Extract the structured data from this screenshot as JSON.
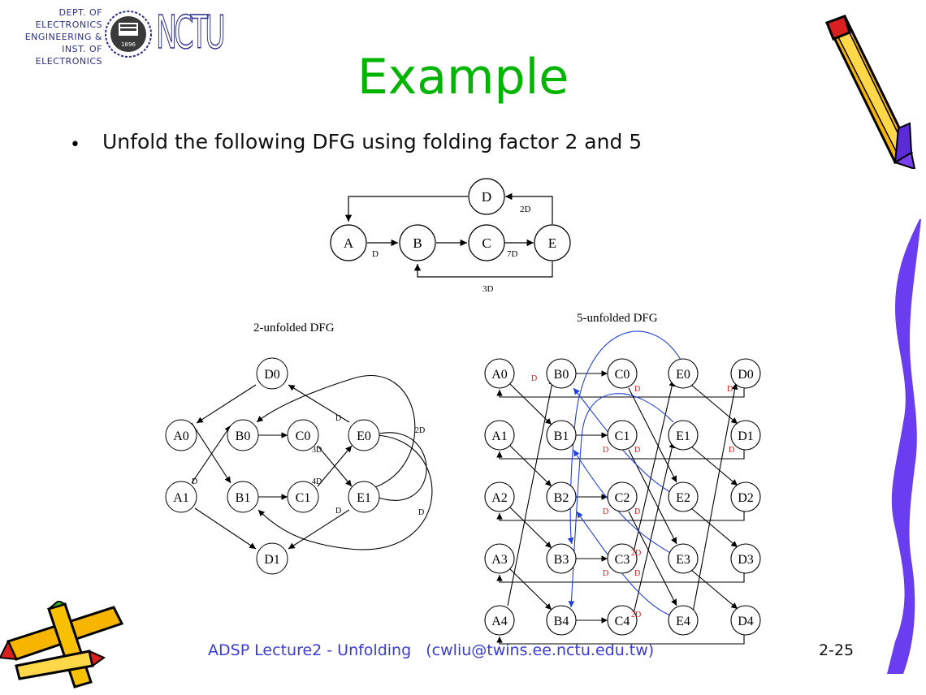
{
  "logo": {
    "lines": [
      "DEPT. OF ELECTRONICS",
      "ENGINEERING &",
      "INST. OF ELECTRONICS"
    ],
    "mark": "NCTU",
    "seal_text": "1896"
  },
  "title": "Example",
  "bullet_marker": "•",
  "bullet_text": "Unfold the following DFG using folding factor 2 and 5",
  "top_dfg": {
    "nodes": [
      "A",
      "B",
      "C",
      "D",
      "E"
    ],
    "edge_labels": [
      "D",
      "7D",
      "2D",
      "3D"
    ]
  },
  "unfolded2": {
    "title": "2-unfolded DFG",
    "nodes": [
      "D0",
      "A0",
      "B0",
      "C0",
      "E0",
      "A1",
      "B1",
      "C1",
      "E1",
      "D1"
    ],
    "edge_labels": [
      "D",
      "3D",
      "4D",
      "2D",
      "D",
      "D",
      "D"
    ]
  },
  "unfolded5": {
    "title": "5-unfolded DFG",
    "rows": [
      [
        "A0",
        "B0",
        "C0",
        "E0",
        "D0"
      ],
      [
        "A1",
        "B1",
        "C1",
        "E1",
        "D1"
      ],
      [
        "A2",
        "B2",
        "C2",
        "E2",
        "D2"
      ],
      [
        "A3",
        "B3",
        "C3",
        "E3",
        "D3"
      ],
      [
        "A4",
        "B4",
        "C4",
        "E4",
        "D4"
      ]
    ],
    "delay_labels": [
      "D",
      "D",
      "D",
      "D",
      "D",
      "D",
      "D",
      "D",
      "D",
      "2D",
      "D",
      "2D"
    ]
  },
  "footer": "ADSP Lecture2 - Unfolding   (cwliu@twins.ee.nctu.edu.tw)",
  "page_number": "2-25",
  "colors": {
    "title": "#00b400",
    "footer": "#3b3bd6",
    "delay_label": "#dd1111",
    "blue_edge": "#1f3fe0",
    "logo": "#2b2f8f"
  }
}
